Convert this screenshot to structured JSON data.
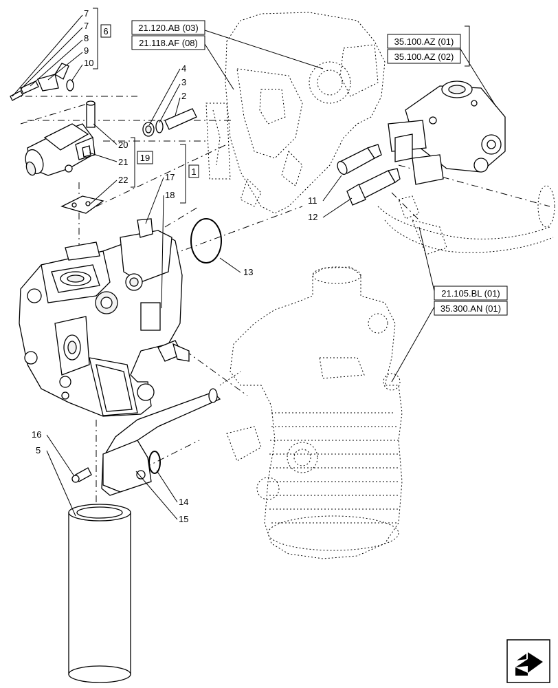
{
  "callouts": {
    "c7a": "7",
    "c7b": "7",
    "c8": "8",
    "c9": "9",
    "c10": "10",
    "c6": "6",
    "c4": "4",
    "c3": "3",
    "c2": "2",
    "c20": "20",
    "c21": "21",
    "c22": "22",
    "c19": "19",
    "c17": "17",
    "c18": "18",
    "c1": "1",
    "c11": "11",
    "c12": "12",
    "c13": "13",
    "c16": "16",
    "c5": "5",
    "c14": "14",
    "c15": "15"
  },
  "references": {
    "r1": "21.120.AB (03)",
    "r2": "21.118.AF (08)",
    "r3": "35.100.AZ (01)",
    "r4": "35.100.AZ (02)",
    "r5": "21.105.BL (01)",
    "r6": "35.300.AN (01)"
  },
  "nav_icon": "next-page-arrow-icon"
}
